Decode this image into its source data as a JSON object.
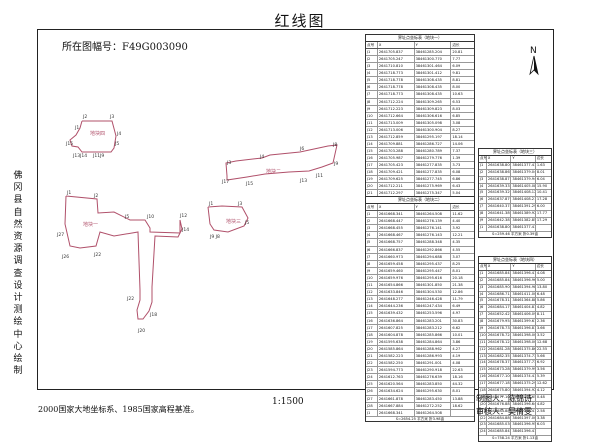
{
  "title": "红线图",
  "sheet_number": "所在图幅号：F49G003090",
  "vertical_text": "佛冈县自然资源调查设计测绘中心绘制",
  "scale": "1:1500",
  "footer": "2000国家大地坐标系、1985国家高程基准。",
  "drafter": "制图人：陈锦诗",
  "reviewer": "审核人：吴倩雯",
  "north_label": "N",
  "parcel_labels": [
    "地块四",
    "地块二",
    "地块一",
    "地块三"
  ],
  "tables": {
    "t1": {
      "title": "界址点坐标表（地块一）",
      "headers": [
        "点号",
        "X",
        "Y",
        "边长"
      ],
      "rows": [
        [
          "J1",
          "2641705.837",
          "38461285.204",
          "20.81"
        ],
        [
          "J2",
          "2641705.247",
          "38461300.770",
          "7.77"
        ],
        [
          "J3",
          "2641710.810",
          "38461301.464",
          "6.09"
        ],
        [
          "J4",
          "2641718.773",
          "38461301.412",
          "9.81"
        ],
        [
          "J5",
          "2641718.778",
          "38461308.435",
          "8.81"
        ],
        [
          "J6",
          "2641718.778",
          "38461308.435",
          "8.00"
        ],
        [
          "J7",
          "2641718.773",
          "38461308.435",
          "10.63"
        ],
        [
          "J8",
          "2641712.224",
          "38461309.265",
          "6.53"
        ],
        [
          "J9",
          "2641712.223",
          "38461309.823",
          "8.03"
        ],
        [
          "J10",
          "2641712.664",
          "38461306.616",
          "6.85"
        ],
        [
          "J11",
          "2641713.009",
          "38461305.098",
          "3.08"
        ],
        [
          "J12",
          "2641713.006",
          "38461300.904",
          "8.27"
        ],
        [
          "J13",
          "2641712.859",
          "38461295.197",
          "18.14"
        ],
        [
          "J14",
          "2641709.881",
          "38461286.727",
          "14.06"
        ],
        [
          "J15",
          "2641703.288",
          "38461280.789",
          "7.37"
        ],
        [
          "J16",
          "2641705.987",
          "38461279.776",
          "1.39"
        ],
        [
          "J17",
          "2641705.423",
          "38461277.835",
          "3.73"
        ],
        [
          "J18",
          "2641709.421",
          "38461277.835",
          "6.08"
        ],
        [
          "J19",
          "2641709.625",
          "38461277.745",
          "6.86"
        ],
        [
          "J20",
          "2641712.211",
          "38461275.969",
          "6.43"
        ],
        [
          "J21",
          "2641712.297",
          "38461275.347",
          "5.04"
        ],
        [
          "J22",
          "2641712.297",
          "38461275.443",
          "5.76"
        ],
        [
          "J23",
          "2641712.003",
          "38461279.001",
          "5.57"
        ],
        [
          "J24",
          "2641711.009",
          "38461280.889",
          "6.09"
        ],
        [
          "J25",
          "2641702.637",
          "38461283.003",
          "7.63"
        ],
        [
          "J1",
          "2641705.837",
          "38461285.204",
          ""
        ]
      ],
      "footer": "S=2522.29  平方米  折3.78亩"
    },
    "t2": {
      "title": "界址点坐标表（地块二）",
      "headers": [
        "点号",
        "X",
        "Y",
        "边长"
      ],
      "rows": [
        [
          "J1",
          "2641668.341",
          "38461264.508",
          "11.62"
        ],
        [
          "J2",
          "2641668.447",
          "38461276.139",
          "4.40"
        ],
        [
          "J3",
          "2641668.455",
          "38461276.141",
          "3.92"
        ],
        [
          "J4",
          "2641668.467",
          "38461276.143",
          "12.21"
        ],
        [
          "J5",
          "2641668.757",
          "38461288.348",
          "4.35"
        ],
        [
          "J6",
          "2641666.837",
          "38461292.866",
          "4.55"
        ],
        [
          "J7",
          "2641660.973",
          "38461294.688",
          "3.07"
        ],
        [
          "J8",
          "2641659.458",
          "38461295.437",
          "8.25"
        ],
        [
          "J9",
          "2641659.460",
          "38461295.447",
          "8.01"
        ],
        [
          "J10",
          "2641659.976",
          "38461295.616",
          "20.18"
        ],
        [
          "J11",
          "2641654.866",
          "38461301.850",
          "21.38"
        ],
        [
          "J12",
          "2641633.846",
          "38461304.530",
          "12.86"
        ],
        [
          "J13",
          "2641648.277",
          "38461246.428",
          "11.79"
        ],
        [
          "J14",
          "2641644.236",
          "38461247.434",
          "6.49"
        ],
        [
          "J15",
          "2641639.432",
          "38461253.596",
          "4.97"
        ],
        [
          "J16",
          "2641636.864",
          "38461283.201",
          "30.83"
        ],
        [
          "J17",
          "2641607.825",
          "38461283.212",
          "6.62"
        ],
        [
          "J18",
          "2641604.878",
          "38461285.866",
          "10.01"
        ],
        [
          "J19",
          "2641595.638",
          "38461284.864",
          "3.86"
        ],
        [
          "J20",
          "2641585.864",
          "38461288.962",
          "4.27"
        ],
        [
          "J21",
          "2641582.223",
          "38461286.993",
          "4.19"
        ],
        [
          "J22",
          "2641582.250",
          "38461291.001",
          "4.08"
        ],
        [
          "J23",
          "2641594.773",
          "38461290.918",
          "22.63"
        ],
        [
          "J24",
          "2641612.763",
          "38461276.639",
          "18.16"
        ],
        [
          "J25",
          "2641620.564",
          "38461283.850",
          "44.32"
        ],
        [
          "J26",
          "2641634.624",
          "38461295.630",
          "8.01"
        ],
        [
          "J27",
          "2641661.878",
          "38461283.450",
          "13.88"
        ],
        [
          "J28",
          "2641667.884",
          "38461272.252",
          "18.62"
        ],
        [
          "J1",
          "2641668.341",
          "38461264.508",
          ""
        ]
      ],
      "footer": "S=2654.25  平方米  折3.98亩"
    },
    "t3": {
      "title": "界址点坐标表（地块三）",
      "headers": [
        "点号",
        "X",
        "Y",
        "边长"
      ],
      "rows": [
        [
          "J1",
          "2641638.806",
          "38461377.419",
          "1.63"
        ],
        [
          "J2",
          "2641638.862",
          "38461379.047",
          "8.01"
        ],
        [
          "J3",
          "2641638.871",
          "38461379.941",
          "6.04"
        ],
        [
          "J4",
          "2641639.337",
          "38461405.083",
          "15.90"
        ],
        [
          "J5",
          "2641639.329",
          "38461408.126",
          "10.41"
        ],
        [
          "J6",
          "2641637.879",
          "38461408.217",
          "17.28"
        ],
        [
          "J7",
          "2641640.378",
          "38461391.297",
          "6.00"
        ],
        [
          "J8",
          "2641641.389",
          "38461389.924",
          "17.77"
        ],
        [
          "J9",
          "2641642.387",
          "38461382.854",
          "17.29"
        ],
        [
          "J1",
          "2641638.806",
          "38461377.419",
          ""
        ]
      ],
      "footer": "S=259.46  平方米  折0.39亩"
    },
    "t4": {
      "title": "界址点坐标表（地块四）",
      "headers": [
        "点号",
        "X",
        "Y",
        "边长"
      ],
      "rows": [
        [
          "J1",
          "2641685.842",
          "38461396.419",
          "4.08"
        ],
        [
          "J2",
          "2641685.848",
          "38461396.961",
          "5.00"
        ],
        [
          "J3",
          "2641685.906",
          "38461394.984",
          "13.80"
        ],
        [
          "J4",
          "2641686.713",
          "38461411.001",
          "6.48"
        ],
        [
          "J5",
          "2641678.315",
          "38461364.889",
          "5.86"
        ],
        [
          "J6",
          "2641684.179",
          "38461404.811",
          "4.82"
        ],
        [
          "J7",
          "2641652.427",
          "38461406.092",
          "8.11"
        ],
        [
          "J8",
          "2641679.958",
          "38461399.617",
          "2.36"
        ],
        [
          "J9",
          "2641678.732",
          "38461396.819",
          "3.66"
        ],
        [
          "J10",
          "2641678.724",
          "38461398.001",
          "3.52"
        ],
        [
          "J11",
          "2641678.123",
          "38461398.003",
          "12.68"
        ],
        [
          "J12",
          "2641681.286",
          "38461375.867",
          "22.55"
        ],
        [
          "J13",
          "2641682.357",
          "38461374.737",
          "5.66"
        ],
        [
          "J14",
          "2641678.373",
          "38461377.736",
          "6.92"
        ],
        [
          "J15",
          "2641673.286",
          "38461379.998",
          "3.56"
        ],
        [
          "J16",
          "2641677.100",
          "38461374.419",
          "5.39"
        ],
        [
          "J17",
          "2641677.187",
          "38461375.291",
          "12.62"
        ],
        [
          "J18",
          "2641675.802",
          "38461394.924",
          "4.12"
        ],
        [
          "J19",
          "2641677.108",
          "38461396.650",
          "0.48"
        ],
        [
          "J20",
          "2641676.881",
          "38461396.645",
          "4.82"
        ],
        [
          "J21",
          "2641684.882",
          "38461396.419",
          "2.58"
        ],
        [
          "J22",
          "2641684.880",
          "38461397.000",
          "3.38"
        ],
        [
          "J23",
          "2641685.036",
          "38461396.950",
          "6.03"
        ],
        [
          "J24",
          "2641685.842",
          "38461396.419",
          ""
        ]
      ],
      "footer": "S=758.24  平方米  折1.13亩"
    }
  }
}
